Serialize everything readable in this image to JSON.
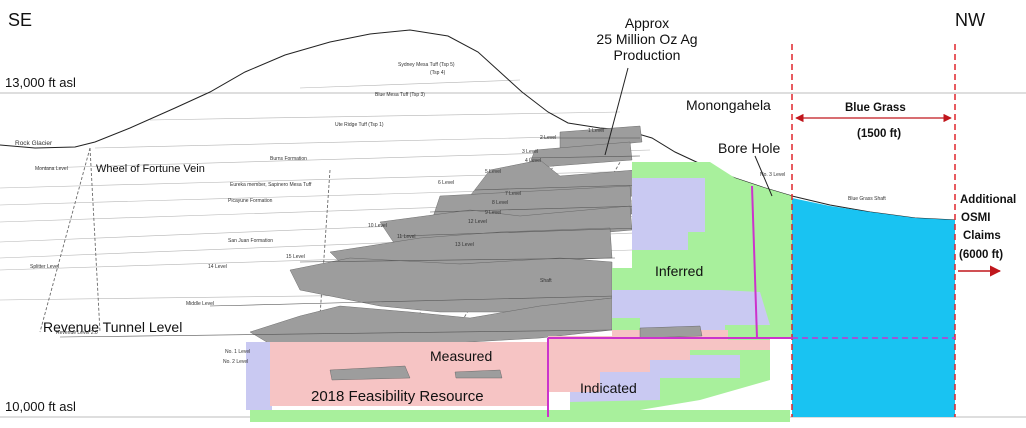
{
  "labels": {
    "se": "SE",
    "nw": "NW",
    "elev_high": "13,000 ft asl",
    "elev_low": "10,000 ft asl",
    "approx_1": "Approx",
    "approx_2": "25 Million Oz Ag",
    "approx_3": "Production",
    "monongahela": "Monongahela",
    "blue_grass": "Blue Grass",
    "blue_grass_dist": "(1500 ft)",
    "bore_hole": "Bore Hole",
    "additional_1": "Additional",
    "additional_2": "OSMI",
    "additional_3": "Claims",
    "additional_4": "(6000 ft)",
    "inferred": "Inferred",
    "measured": "Measured",
    "indicated": "Indicated",
    "feasibility": "2018 Feasibility Resource",
    "revenue_tunnel": "Revenue Tunnel Level",
    "wheel_of_fortune": "Wheel of Fortune Vein"
  },
  "geology": {
    "rock_glacier": "Rock Glacier",
    "sydney_tuff": "Sydney Mesa Tuff (Tsp 5)",
    "tsp4": "(Tsp 4)",
    "blue_mesa": "Blue Mesa Tuff (Tsp 3)",
    "ute_ridge": "Ute Ridge Tuff (Tsp 1)",
    "burns": "Burns Formation",
    "eureka": "Eureka member, Sapinero Mesa Tuff",
    "picayune": "Picayune Formation",
    "san_juan": "San Juan Formation",
    "montana_level": "Montana Level",
    "splitter_level": "Splitter Level",
    "middle_level": "Middle Level",
    "revenue_level": "Revenue Level 2.0",
    "no1_level": "No. 1 Level",
    "no2_level": "No. 2 Level",
    "no3_level": "No. 3 Level",
    "blue_grass_shaft": "Blue Grass Shaft",
    "shaft": "Shaft",
    "levels": [
      "1 Level",
      "2 Level",
      "3 Level",
      "4 Level",
      "5 Level",
      "6 Level",
      "7 Level",
      "8 Level",
      "9 Level",
      "10 Level",
      "11 Level",
      "12 Level",
      "13 Level",
      "14 Level",
      "15 Level"
    ]
  },
  "colors": {
    "measured": "#f6c4c4",
    "indicated": "#c9c9f2",
    "inferred": "#a8f09c",
    "blue_grass": "#19c3f2",
    "boundary": "#e1252b",
    "bore_hole": "#cc33cc",
    "stope": "#9d9d9d"
  }
}
